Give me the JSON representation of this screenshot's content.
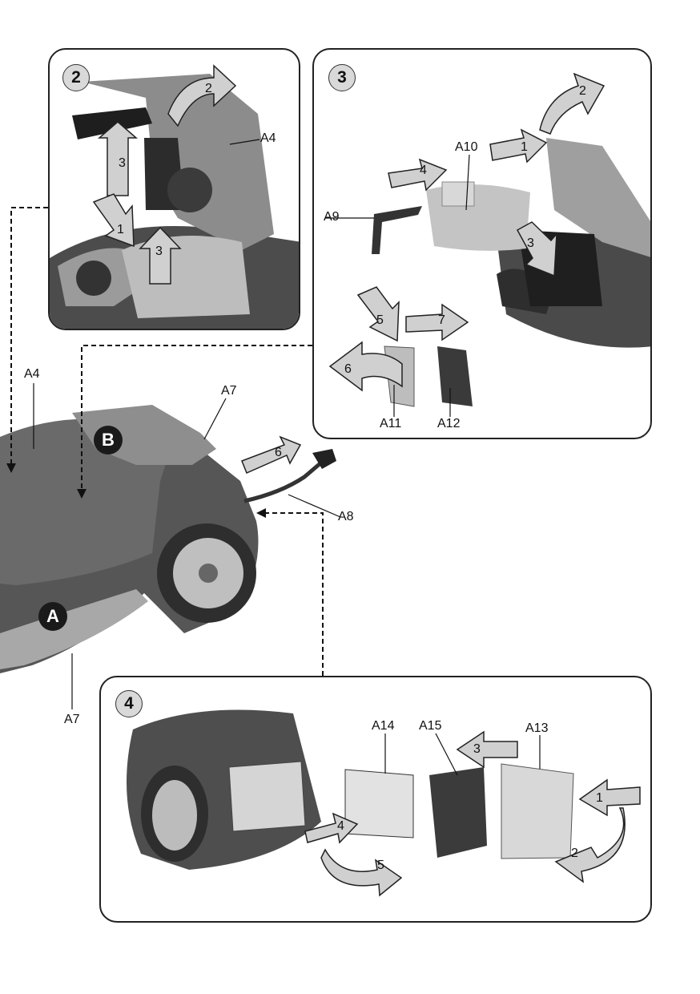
{
  "panels": {
    "p2": {
      "number": "2"
    },
    "p3": {
      "number": "3"
    },
    "p4": {
      "number": "4"
    }
  },
  "main": {
    "badge_a": "A",
    "badge_b": "B",
    "labels": {
      "a4": "A4",
      "a7_top": "A7",
      "a7_bottom": "A7",
      "a8": "A8"
    },
    "arrow_6": "6"
  },
  "p2": {
    "label_a4": "A4",
    "arrows": {
      "a1": "1",
      "a2": "2",
      "a3_left": "3",
      "a3_right": "3"
    }
  },
  "p3": {
    "labels": {
      "a9": "A9",
      "a10": "A10",
      "a11": "A11",
      "a12": "A12"
    },
    "arrows": {
      "a1": "1",
      "a2": "2",
      "a3": "3",
      "a4": "4",
      "a5": "5",
      "a6": "6",
      "a7": "7"
    }
  },
  "p4": {
    "labels": {
      "a13": "A13",
      "a14": "A14",
      "a15": "A15"
    },
    "arrows": {
      "a1": "1",
      "a2": "2",
      "a3": "3",
      "a4": "4",
      "a5": "5"
    }
  },
  "colors": {
    "panel_border": "#222222",
    "arrow_fill": "#d0d0d0",
    "device_body": "#4a4a4a",
    "device_light": "#9a9a9a"
  }
}
